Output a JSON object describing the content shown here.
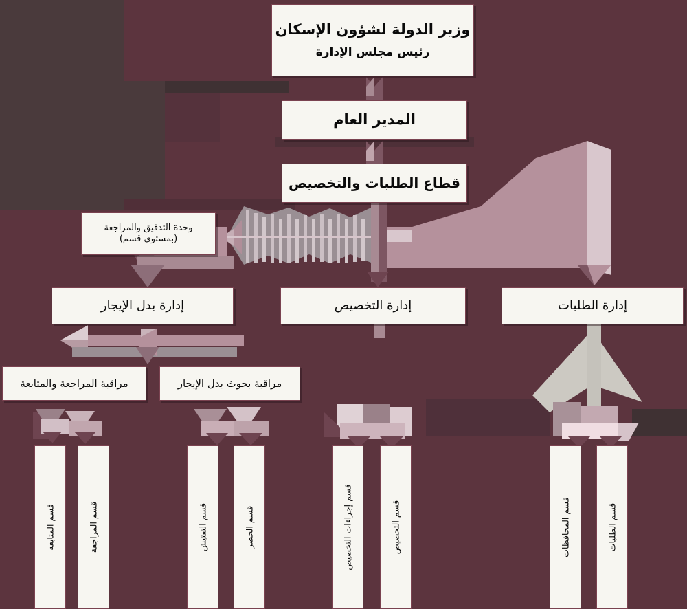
{
  "chart": {
    "type": "org-chart",
    "language": "ar",
    "direction": "rtl",
    "title_box": {
      "line1": "وزير الدولة لشؤون الإسكان",
      "line2": "رئيس مجلس الإدارة"
    },
    "level2": {
      "label": "المدير العام"
    },
    "level3": {
      "label": "قطاع الطلبات والتخصيص"
    },
    "staff_unit": {
      "line1": "وحدة  التدقيق والمراجعة",
      "line2": "(بمستوى قسم)"
    },
    "departments": [
      {
        "label": "إدارة الطلبات"
      },
      {
        "label": "إدارة التخصيص"
      },
      {
        "label": "إدارة بدل الإيجار"
      }
    ],
    "controls": [
      {
        "label": "مراقبة بحوث بدل الإيجار"
      },
      {
        "label": "مراقبة المراجعة والمتابعة"
      }
    ],
    "sections": [
      {
        "label": "قسم الطلبات"
      },
      {
        "label": "قسم المحافظات"
      },
      {
        "label": "قسم التخصيص"
      },
      {
        "label": "قسم إجراءات التخصيص"
      },
      {
        "label": "قسم الحصر"
      },
      {
        "label": "قسم التفتيش"
      },
      {
        "label": "قسم المراجعة"
      },
      {
        "label": "قسم المتابعة"
      }
    ]
  },
  "colors": {
    "background_dark": "#4a3a3c",
    "background_maroon": "#5c343e",
    "background_maroon_deep": "#6b3746",
    "box_fill": "#f7f6f1",
    "box_border": "#7a4250",
    "connector_pink": "#b5919c",
    "connector_light": "#ded0d4",
    "connector_gray": "#8f8489",
    "text": "#0a0a0a"
  }
}
